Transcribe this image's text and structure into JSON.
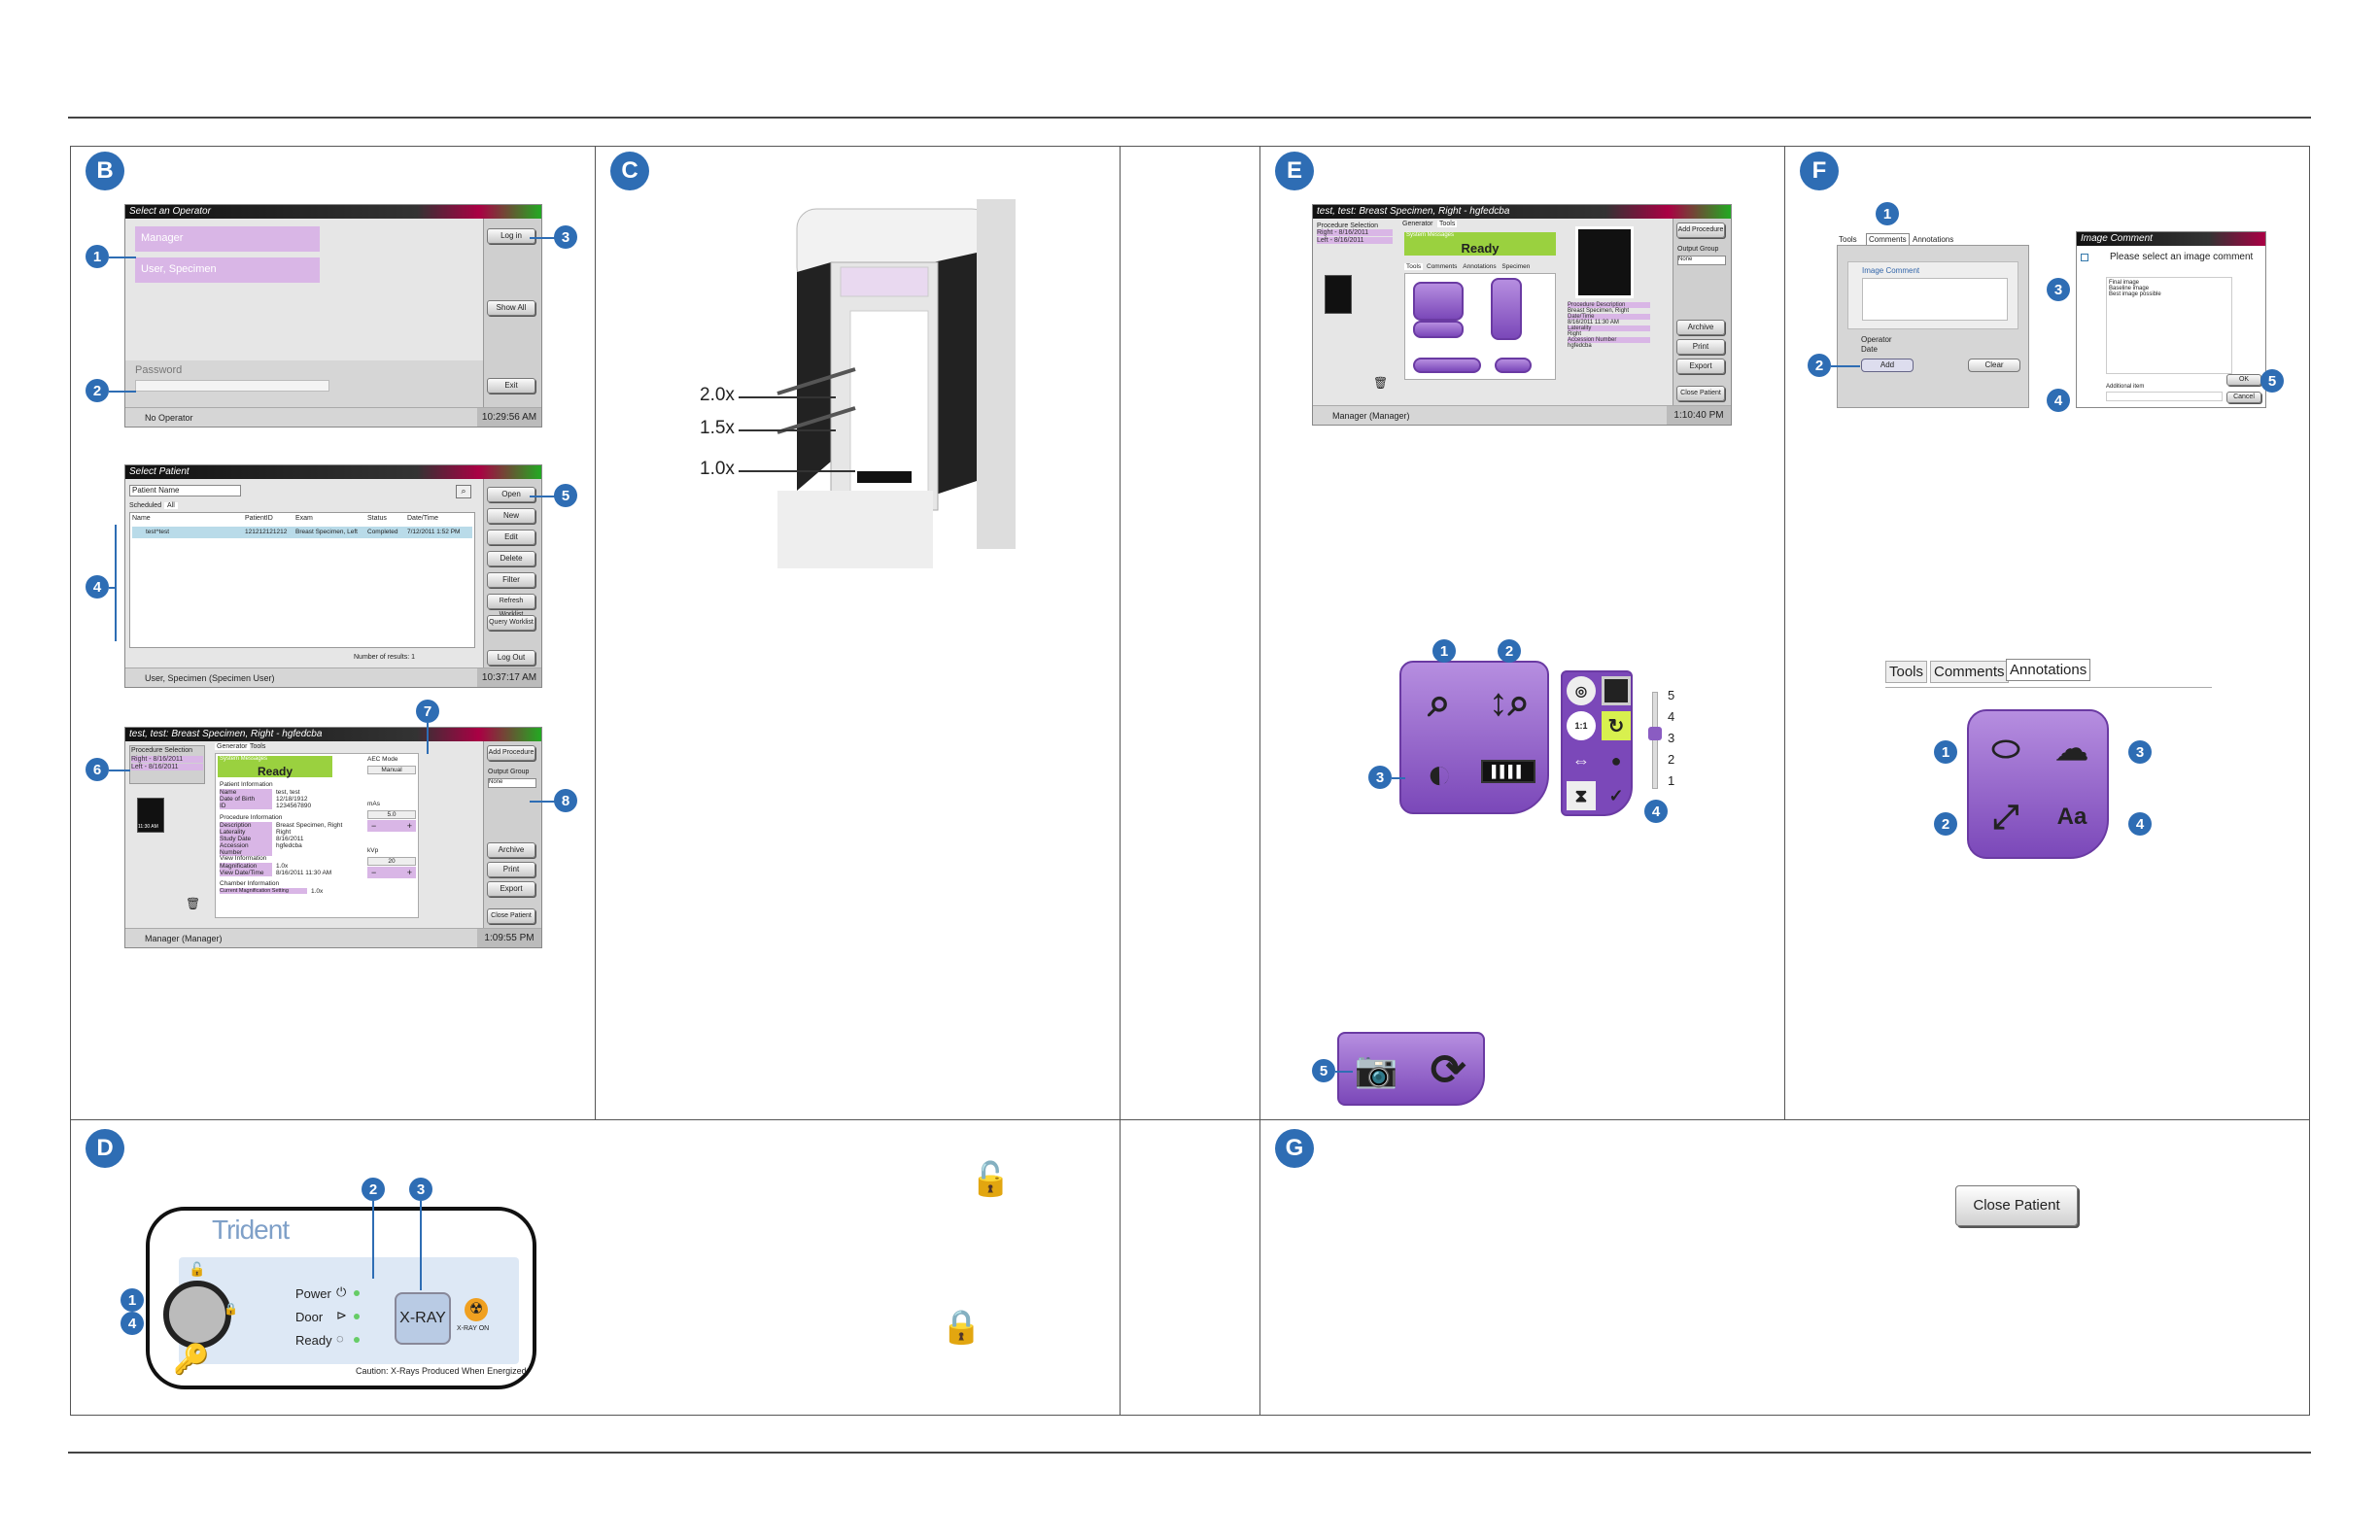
{
  "B": {
    "badge": "B",
    "op_title": "Select an Operator",
    "op_list": [
      "Manager",
      "User, Specimen"
    ],
    "login": "Log in",
    "showall": "Show All",
    "password": "Password",
    "exit": "Exit",
    "op_status": "No Operator",
    "op_time": "10:29:56 AM",
    "pt_title": "Select Patient",
    "pt_search": "Patient Name",
    "tabs": [
      "Scheduled",
      "All"
    ],
    "cols": [
      "Name",
      "PatientID",
      "Exam",
      "Status",
      "Date/Time"
    ],
    "row": [
      "test^test",
      "121212121212",
      "Breast Specimen, Left",
      "Completed",
      "7/12/2011 1:52 PM"
    ],
    "pt_buttons": [
      "Open",
      "New",
      "Edit",
      "Delete",
      "Filter",
      "Refresh Worklist",
      "Query Worklist",
      "Log Out"
    ],
    "results": "Number of results: 1",
    "pt_status": "User, Specimen (Specimen User)",
    "pt_time": "10:37:17 AM",
    "pr_title": "test, test: Breast Specimen, Right - hgfedcba",
    "proc_sel": "Procedure Selection",
    "proc_right": "Right - 8/16/2011",
    "proc_left": "Left - 8/16/2011",
    "tab_gen": "Generator",
    "tab_tools": "Tools",
    "sysmsg": "System Messages",
    "ready": "Ready",
    "pi": "Patient Information",
    "pi_rows": [
      [
        "Name",
        "test, test"
      ],
      [
        "Date of Birth",
        "12/18/1912"
      ],
      [
        "ID",
        "1234567890"
      ]
    ],
    "proc_info": "Procedure Information",
    "proc_rows": [
      [
        "Description",
        "Breast Specimen, Right"
      ],
      [
        "Laterality",
        "Right"
      ],
      [
        "Study Date",
        "8/16/2011"
      ],
      [
        "Accession Number",
        "hgfedcba"
      ]
    ],
    "vi": "View Information",
    "vi_rows": [
      [
        "Magnification",
        "1.0x"
      ],
      [
        "View Date/Time",
        "8/16/2011 11:30 AM"
      ]
    ],
    "ci": "Chamber Information",
    "ci_rows": [
      [
        "Current Magnification Setting",
        "1.0x"
      ]
    ],
    "aec": "AEC Mode",
    "aec_val": "Manual",
    "mas": "mAs",
    "mas_val": "5.0",
    "kvp": "kVp",
    "kvp_val": "20",
    "addproc": "Add Procedure",
    "outgroup": "Output Group",
    "none": "None",
    "archive": "Archive",
    "print": "Print",
    "export": "Export",
    "closepat": "Close Patient",
    "pr_status": "Manager (Manager)",
    "pr_time": "1:09:55 PM",
    "thumb": "11:30 AM",
    "nums": [
      "1",
      "2",
      "3",
      "4",
      "5",
      "6",
      "7",
      "8"
    ]
  },
  "C": {
    "badge": "C",
    "mags": [
      "2.0x",
      "1.5x",
      "1.0x"
    ]
  },
  "D": {
    "badge": "D",
    "brand": "Trident",
    "power": "Power",
    "door": "Door",
    "ready": "Ready",
    "xray": "X-RAY",
    "xrayon": "X-RAY ON",
    "caution": "Caution: X-Rays Produced When Energized",
    "nums": [
      "1",
      "2",
      "3",
      "4"
    ]
  },
  "E": {
    "badge": "E",
    "title": "test, test: Breast Specimen, Right - hgfedcba",
    "proc_sel": "Procedure Selection",
    "right": "Right - 8/16/2011",
    "left": "Left - 8/16/2011",
    "tab_gen": "Generator",
    "tab_tools": "Tools",
    "sysmsg": "System Messages",
    "ready": "Ready",
    "subtabs": [
      "Tools",
      "Comments",
      "Annotations",
      "Specimen"
    ],
    "pd": "Procedure Description",
    "pd_val": "Breast Specimen, Right",
    "dt": "Date/Time",
    "dt_val": "8/16/2011 11:30 AM",
    "lat": "Laterality",
    "lat_val": "Right",
    "acc": "Accession Number",
    "acc_val": "hgfedcba",
    "addproc": "Add Procedure",
    "outgroup": "Output Group",
    "none": "None",
    "archive": "Archive",
    "print": "Print",
    "export": "Export",
    "closepat": "Close Patient",
    "status": "Manager (Manager)",
    "time": "1:10:40 PM",
    "scale": [
      "5",
      "4",
      "3",
      "2",
      "1"
    ],
    "ratio": "1:1",
    "nums": [
      "1",
      "2",
      "3",
      "4",
      "5"
    ]
  },
  "F": {
    "badge": "F",
    "tabs": [
      "Tools",
      "Comments",
      "Annotations"
    ],
    "imgcomment": "Image Comment",
    "operator": "Operator",
    "date": "Date",
    "add": "Add",
    "clear": "Clear",
    "dlg_title": "Image Comment",
    "dlg_msg": "Please select an image comment",
    "list": [
      "Final image",
      "Baseline image",
      "Best image possible"
    ],
    "additional": "Additional item",
    "ok": "OK",
    "cancel": "Cancel",
    "tabs2": [
      "Tools",
      "Comments",
      "Annotations"
    ],
    "nums": [
      "1",
      "2",
      "3",
      "4",
      "5"
    ]
  },
  "G": {
    "badge": "G",
    "close": "Close Patient"
  }
}
